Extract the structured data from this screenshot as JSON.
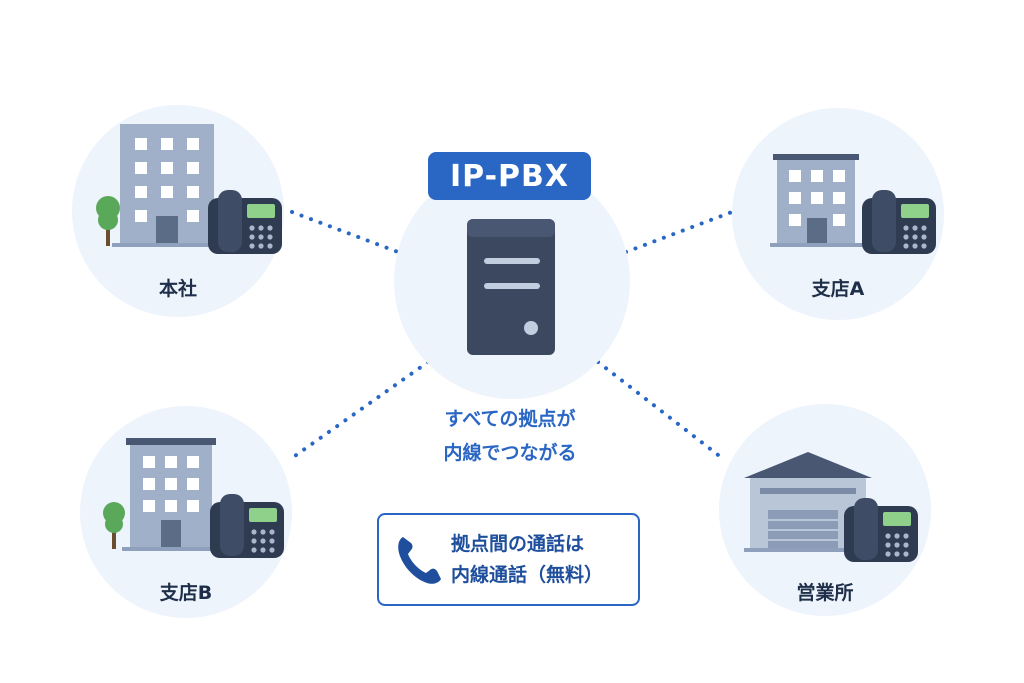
{
  "hub": {
    "badge_label": "IP-PBX"
  },
  "sites": {
    "honsha": "本社",
    "shiten_a": "支店A",
    "shiten_b": "支店B",
    "eigyosho": "営業所"
  },
  "caption": {
    "line1": "すべての拠点が",
    "line2": "内線でつながる"
  },
  "info": {
    "line1": "拠点間の通話は",
    "line2": "内線通話（無料）",
    "icon": "phone-icon"
  },
  "colors": {
    "accent": "#2a67c4",
    "circle_fill": "#eef4fc",
    "connector": "#2a67c4",
    "server": "#3c4860",
    "building": "#9fb0c8",
    "phone_body": "#2f3b50",
    "phone_screen": "#8fd18a",
    "tree": "#5aa85a"
  }
}
